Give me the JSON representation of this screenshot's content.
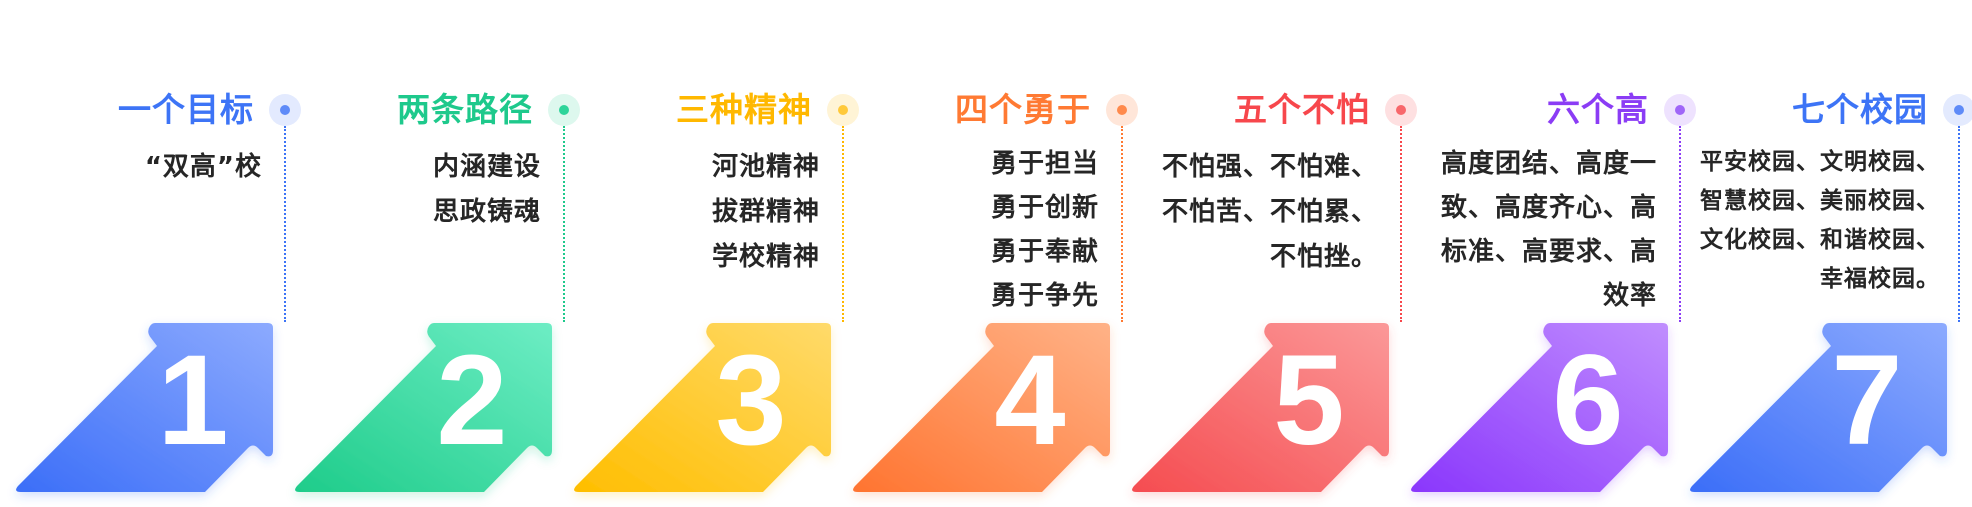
{
  "diagram": {
    "type": "step-arrows",
    "steps": [
      {
        "number": "1",
        "title": "一个目标",
        "lines": [
          "“双高”校"
        ],
        "color": "#3D74F6",
        "ring_color": "#E3EAFE",
        "dot_color": "#5F8BF8",
        "gradient_start": "#3B6EF8",
        "gradient_end": "#8CAAFE"
      },
      {
        "number": "2",
        "title": "两条路径",
        "lines": [
          "内涵建设",
          "思政铸魂"
        ],
        "color": "#1EC98C",
        "ring_color": "#DDF8EE",
        "dot_color": "#2ED49A",
        "gradient_start": "#1ECC8A",
        "gradient_end": "#6DEDC4"
      },
      {
        "number": "3",
        "title": "三种精神",
        "lines": [
          "河池精神",
          "拔群精神",
          "学校精神"
        ],
        "color": "#FFB800",
        "ring_color": "#FFF4D6",
        "dot_color": "#FFC93A",
        "gradient_start": "#FFBE00",
        "gradient_end": "#FFDA6A"
      },
      {
        "number": "4",
        "title": "四个勇于",
        "lines": [
          "勇于担当",
          "勇于创新",
          "勇于奉献",
          "勇于争先"
        ],
        "color": "#FF7A33",
        "ring_color": "#FFE6D9",
        "dot_color": "#FF8A4C",
        "gradient_start": "#FF7430",
        "gradient_end": "#FFB287"
      },
      {
        "number": "5",
        "title": "五个不怕",
        "lines": [
          "不怕强、不怕难、",
          "不怕苦、不怕累、",
          "不怕挫。"
        ],
        "color": "#F7474C",
        "ring_color": "#FEE0E1",
        "dot_color": "#F8676B",
        "gradient_start": "#F54C50",
        "gradient_end": "#FB9898"
      },
      {
        "number": "6",
        "title": "六个高",
        "lines": [
          "高度团结、高度一",
          "致、高度齐心、高",
          "标准、高要求、高",
          "效率"
        ],
        "color": "#8B3CF5",
        "ring_color": "#EEE2FE",
        "dot_color": "#A066F8",
        "gradient_start": "#8A36FC",
        "gradient_end": "#C08DFE"
      },
      {
        "number": "7",
        "title": "七个校园",
        "lines": [
          "平安校园、文明校园、",
          "智慧校园、美丽校园、",
          "文化校园、和谐校园、",
          "幸福校园。"
        ],
        "color": "#3D74F6",
        "ring_color": "#E3EAFE",
        "dot_color": "#5F8BF8",
        "gradient_start": "#3B6EF8",
        "gradient_end": "#8CAAFE"
      }
    ]
  }
}
